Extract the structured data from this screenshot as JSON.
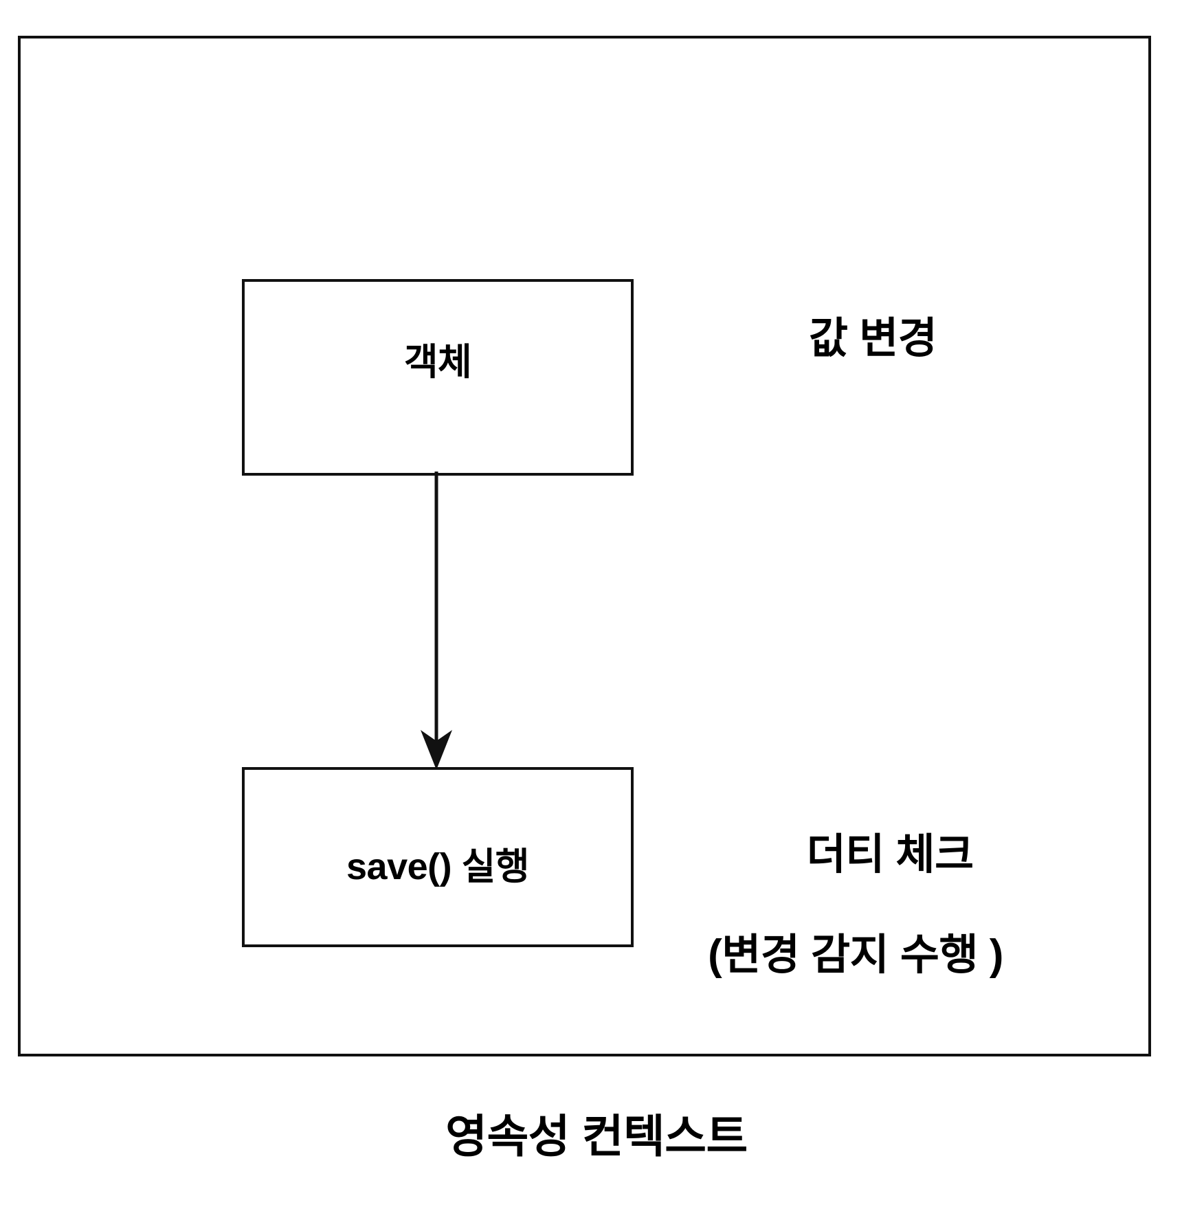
{
  "diagram": {
    "caption": "영속성 컨텍스트",
    "frame": {
      "name": "persistence-context-frame"
    },
    "nodes": [
      {
        "id": "object",
        "label": "객체"
      },
      {
        "id": "save",
        "label": "save() 실행"
      }
    ],
    "edges": [
      {
        "from": "object",
        "to": "save",
        "style": "solid-arrow",
        "label": ""
      }
    ],
    "annotations": {
      "value_change": "값 변경",
      "dirty_check_line1": "더티 체크",
      "dirty_check_line2": "(변경 감지 수행 )"
    },
    "colors": {
      "stroke": "#111111",
      "text": "#000000",
      "background": "#ffffff"
    }
  }
}
